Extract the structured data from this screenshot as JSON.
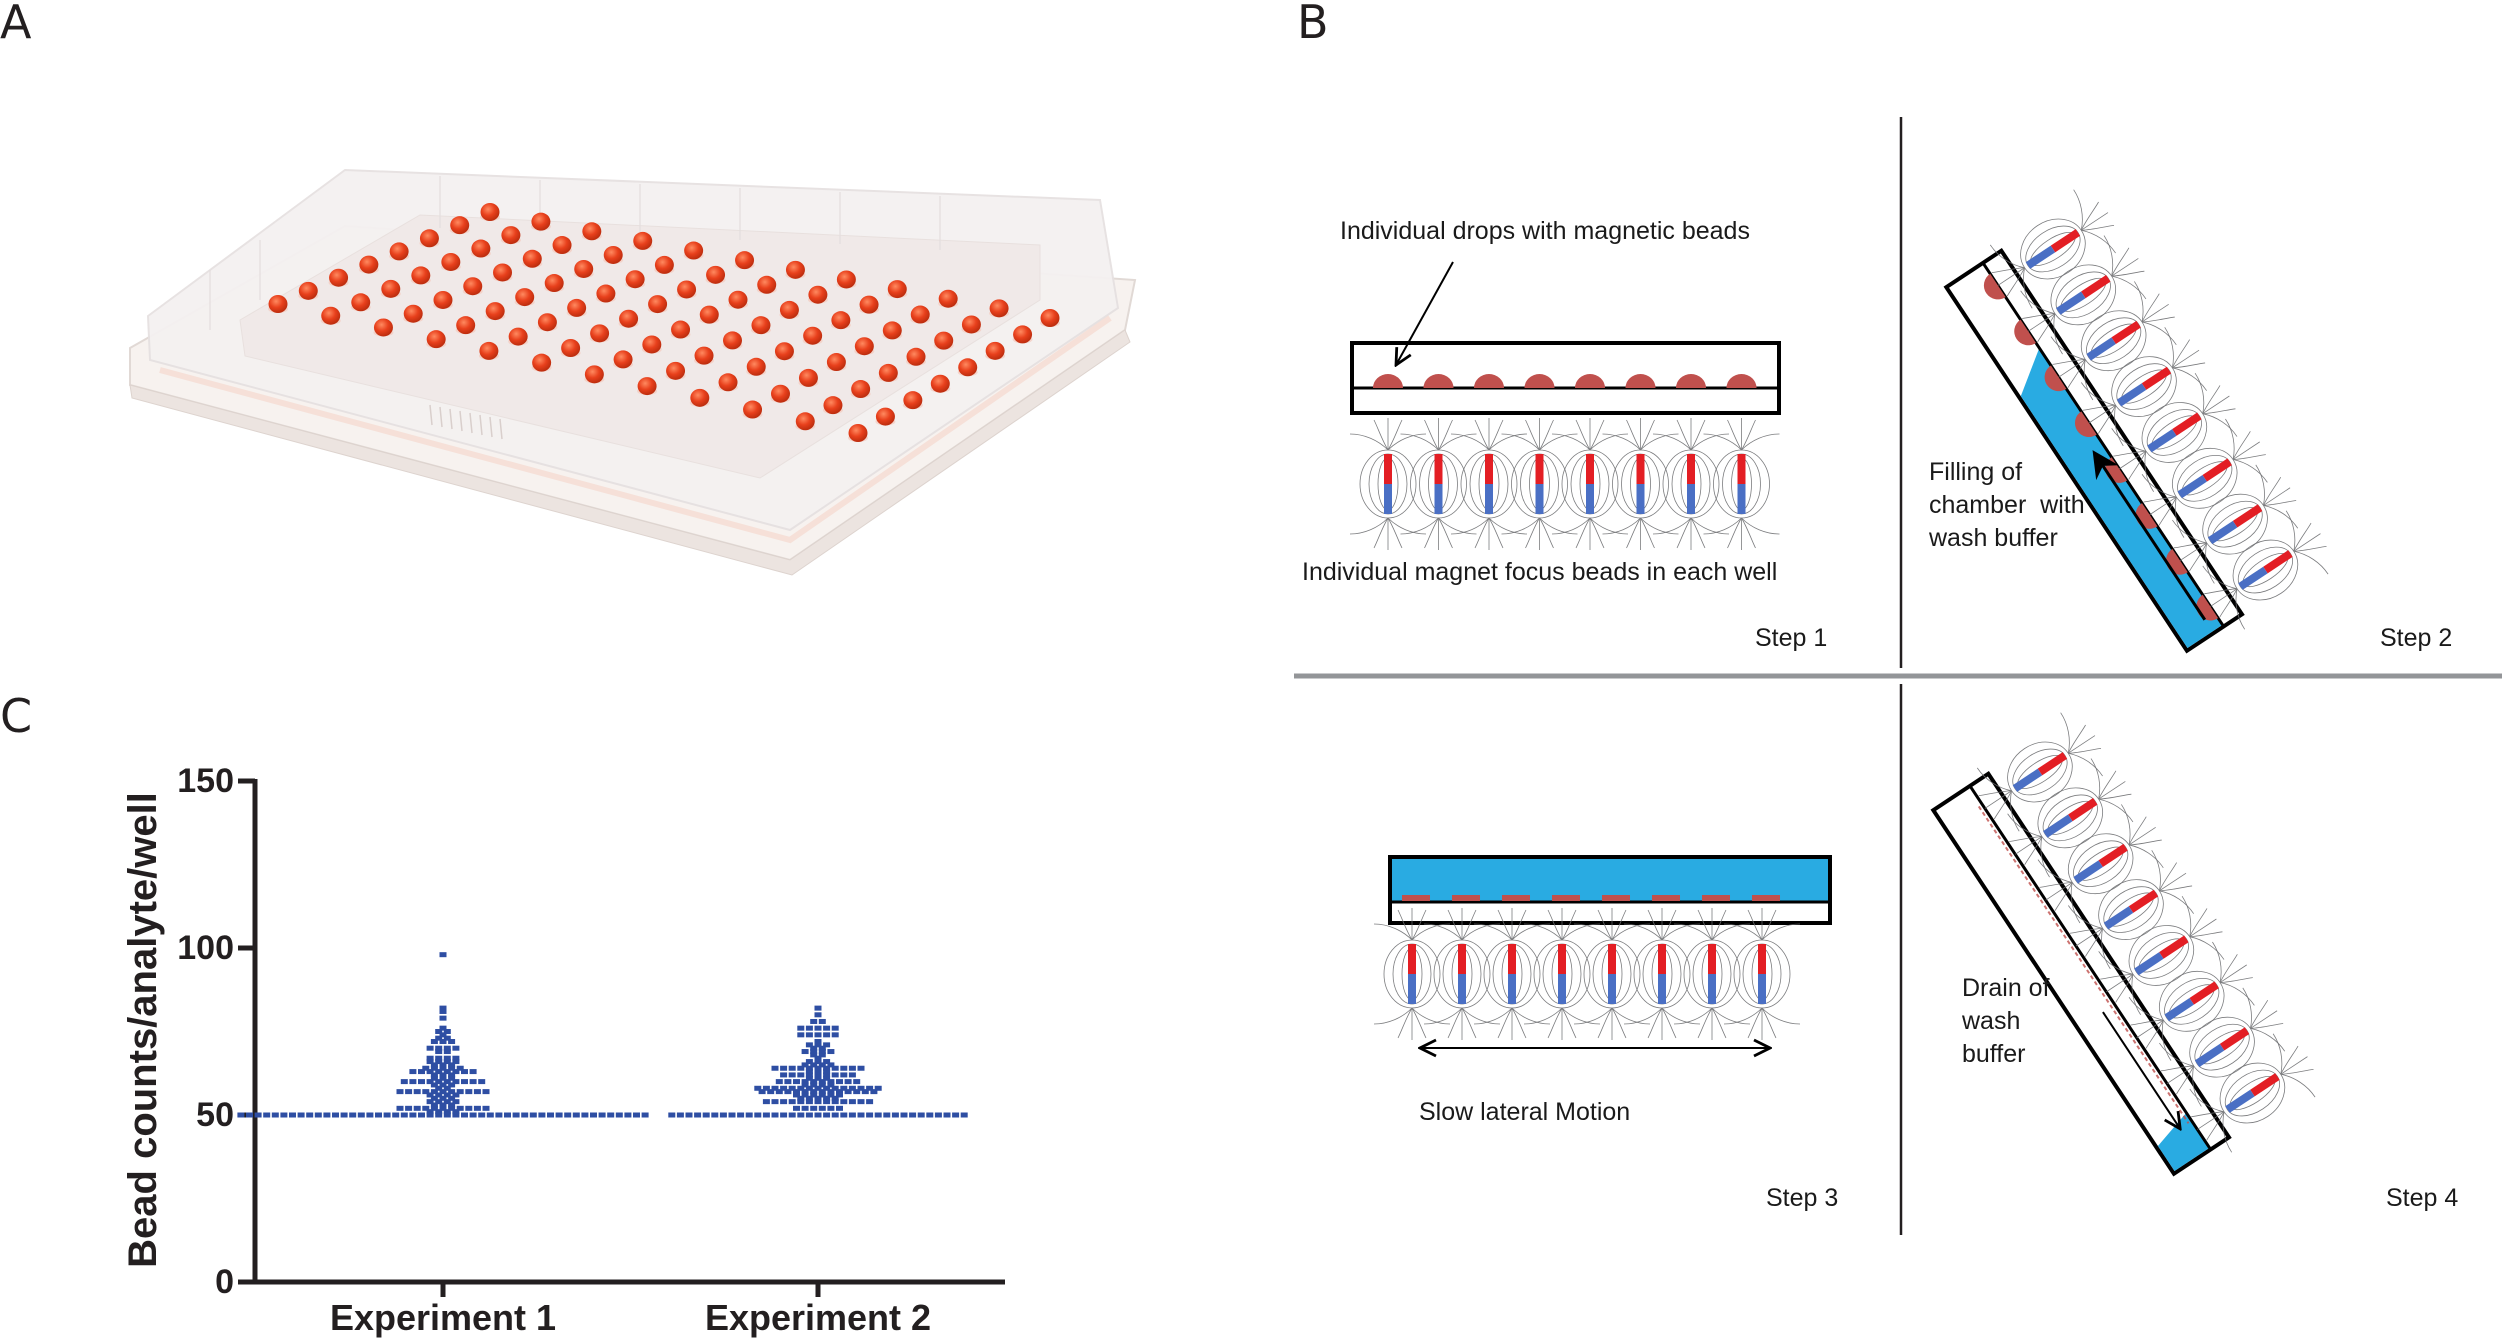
{
  "panels": {
    "a": {
      "letter": "A"
    },
    "b": {
      "letter": "B",
      "step1": {
        "drops_label": "Individual drops with magnetic beads",
        "magnet_label": "Individual magnet focus beads in each well",
        "step_label": "Step 1"
      },
      "step2": {
        "caption_lines": [
          "Filling of",
          "chamber  with",
          "wash buffer"
        ],
        "step_label": "Step 2"
      },
      "step3": {
        "caption": "Slow lateral Motion",
        "step_label": "Step 3"
      },
      "step4": {
        "caption_lines": [
          "Drain of",
          "wash",
          "buffer"
        ],
        "step_label": "Step 4"
      }
    },
    "c": {
      "letter": "C"
    }
  },
  "colors": {
    "bead_red": "#c0504d",
    "plate_bead": "#e8401c",
    "buffer_blue": "#29abe2",
    "magnet_north": "#e31e24",
    "magnet_south": "#4a6fc4",
    "dot_blue": "#2e4ea3",
    "axis": "#231f20",
    "divider_gray": "#939598"
  },
  "chart_data": {
    "type": "scatter",
    "subtype": "dot-plot",
    "title": "",
    "xlabel": "",
    "ylabel": "Bead counts/analyte/well",
    "ylim": [
      0,
      150
    ],
    "yticks": [
      "0",
      "50",
      "100",
      "150"
    ],
    "yticks_values": [
      0,
      50,
      100,
      150
    ],
    "categories": [
      "Experiment 1",
      "Experiment 2"
    ],
    "grid": false,
    "series": [
      {
        "name": "Experiment 1",
        "values": [
          98,
          82,
          81,
          79,
          76,
          75,
          75,
          74,
          73,
          73,
          72,
          72,
          72,
          70,
          70,
          70,
          70,
          69,
          69,
          67,
          67,
          67,
          67,
          66,
          66,
          66,
          66,
          65,
          65,
          65,
          64,
          64,
          64,
          64,
          64,
          63,
          63,
          63,
          63,
          63,
          63,
          63,
          63,
          62,
          62,
          62,
          61,
          61,
          61,
          60,
          60,
          60,
          60,
          60,
          60,
          60,
          60,
          60,
          60,
          59,
          59,
          59,
          58,
          58,
          57,
          57,
          57,
          57,
          57,
          57,
          57,
          57,
          57,
          57,
          57,
          56,
          56,
          56,
          56,
          55,
          55,
          55,
          54,
          54,
          54,
          54,
          53,
          53,
          53,
          52,
          52,
          52,
          52,
          52,
          52,
          52,
          52,
          52,
          52,
          52,
          51,
          51,
          51,
          51,
          50,
          50,
          50,
          50,
          50,
          50,
          50,
          50,
          50,
          50,
          50,
          50,
          50,
          50,
          50,
          50,
          50,
          50,
          50,
          50,
          50,
          50,
          50,
          50,
          50,
          50,
          50,
          50,
          50,
          50,
          50,
          50,
          50,
          50,
          50,
          50,
          50,
          50,
          50,
          50,
          50,
          50,
          50,
          50,
          50,
          50,
          50,
          50
        ]
      },
      {
        "name": "Experiment 2",
        "values": [
          82,
          80,
          78,
          78,
          76,
          76,
          76,
          76,
          76,
          74,
          74,
          74,
          74,
          74,
          72,
          71,
          71,
          71,
          70,
          70,
          69,
          69,
          69,
          69,
          68,
          68,
          67,
          66,
          66,
          66,
          65,
          65,
          65,
          65,
          64,
          64,
          64,
          64,
          64,
          64,
          64,
          64,
          64,
          64,
          64,
          63,
          63,
          63,
          62,
          62,
          62,
          62,
          62,
          62,
          62,
          62,
          62,
          61,
          61,
          61,
          60,
          60,
          60,
          60,
          60,
          60,
          60,
          60,
          60,
          60,
          59,
          59,
          59,
          59,
          58,
          58,
          58,
          58,
          58,
          58,
          58,
          58,
          58,
          58,
          58,
          58,
          58,
          58,
          58,
          57,
          57,
          57,
          57,
          57,
          57,
          57,
          57,
          57,
          57,
          57,
          57,
          57,
          57,
          56,
          56,
          56,
          56,
          56,
          56,
          55,
          55,
          55,
          55,
          55,
          54,
          54,
          54,
          54,
          54,
          54,
          54,
          54,
          54,
          54,
          54,
          54,
          54,
          52,
          52,
          52,
          52,
          52,
          52,
          50,
          50,
          50,
          50,
          50,
          50,
          50,
          50,
          50,
          50,
          50,
          50,
          50,
          50,
          50,
          50,
          50,
          50,
          50,
          50,
          50,
          50,
          50,
          50,
          50,
          50,
          50,
          50,
          50,
          50,
          50,
          50,
          50,
          50,
          50
        ]
      }
    ]
  }
}
